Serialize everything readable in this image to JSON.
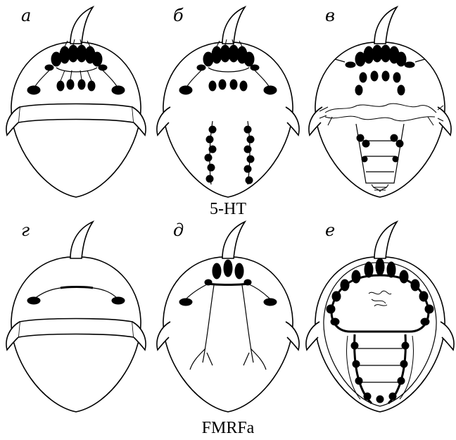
{
  "panels": [
    {
      "letter": "а"
    },
    {
      "letter": "б"
    },
    {
      "letter": "в"
    },
    {
      "letter": "г"
    },
    {
      "letter": "д"
    },
    {
      "letter": "е"
    }
  ],
  "rows": [
    {
      "label": "5-HT"
    },
    {
      "label": "FMRFa"
    }
  ]
}
